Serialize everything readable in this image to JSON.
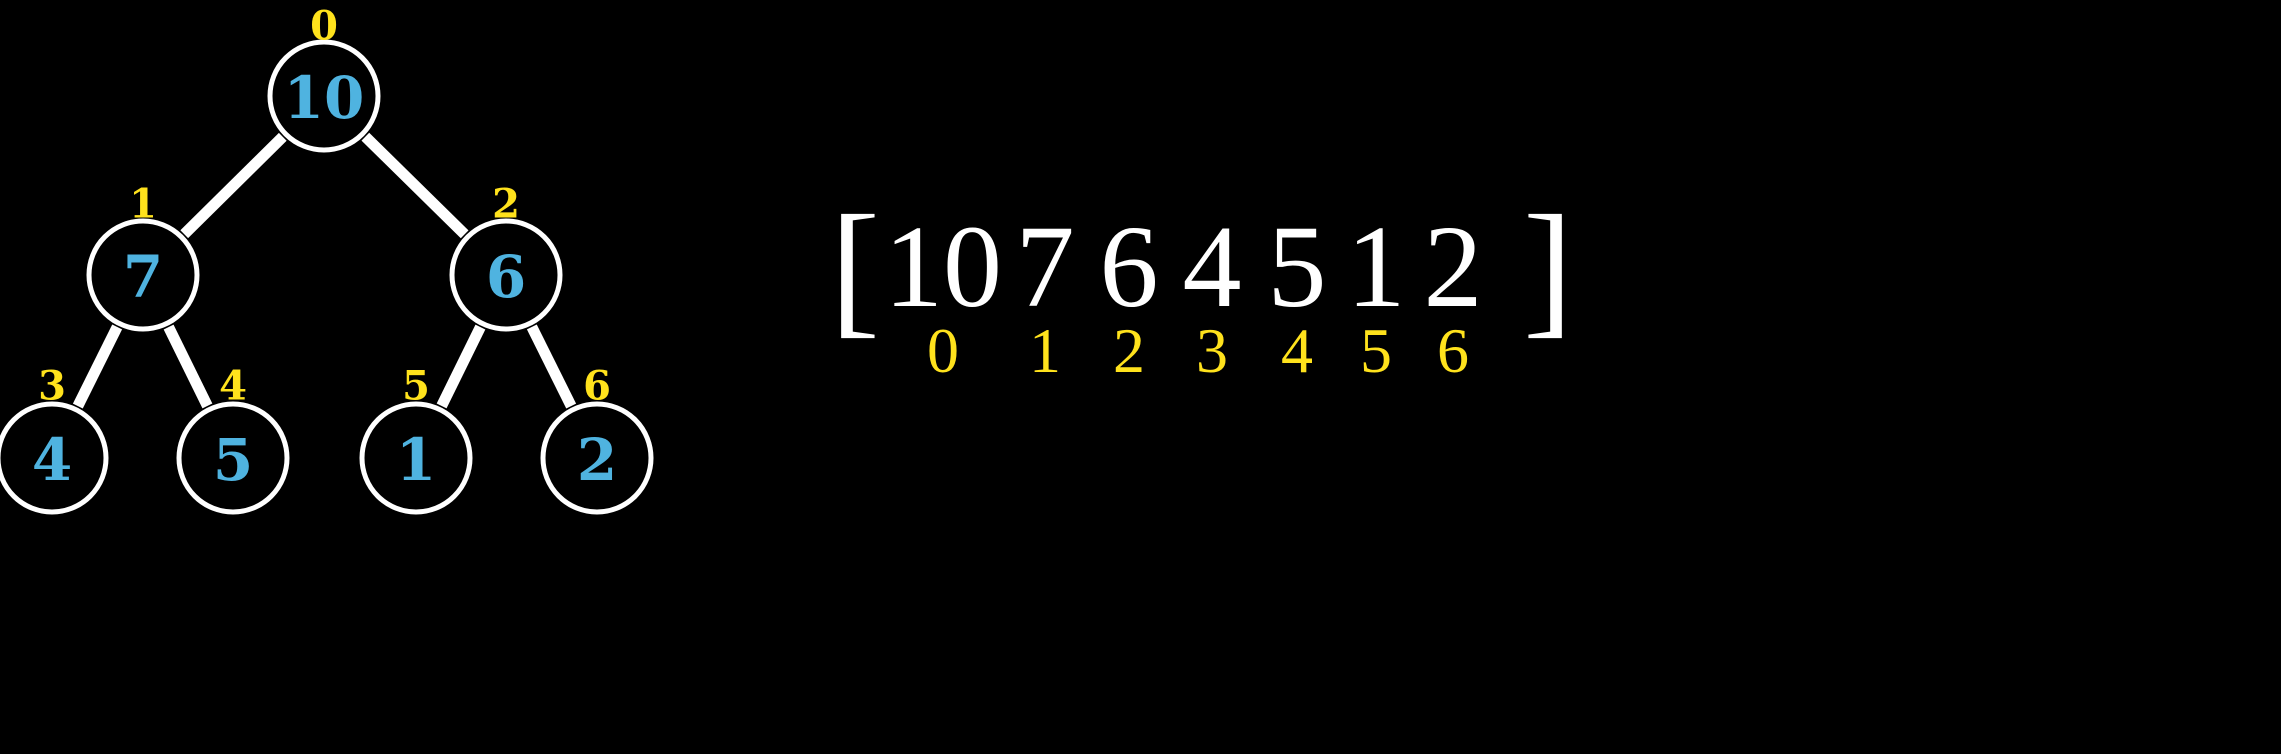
{
  "colors": {
    "background": "#000000",
    "node_outline": "#ffffff",
    "edge": "#ffffff",
    "node_value": "#4fb3e0",
    "index_label": "#ffe21c",
    "array_value": "#ffffff",
    "array_index": "#ffe21c"
  },
  "tree": {
    "nodes": [
      {
        "index": "0",
        "value": "10"
      },
      {
        "index": "1",
        "value": "7"
      },
      {
        "index": "2",
        "value": "6"
      },
      {
        "index": "3",
        "value": "4"
      },
      {
        "index": "4",
        "value": "5"
      },
      {
        "index": "5",
        "value": "1"
      },
      {
        "index": "6",
        "value": "2"
      }
    ],
    "edges": [
      [
        0,
        1
      ],
      [
        0,
        2
      ],
      [
        1,
        3
      ],
      [
        1,
        4
      ],
      [
        2,
        5
      ],
      [
        2,
        6
      ]
    ]
  },
  "array": {
    "open_bracket": "[",
    "close_bracket": "]",
    "values": [
      "10",
      "7",
      "6",
      "4",
      "5",
      "1",
      "2"
    ],
    "indices": [
      "0",
      "1",
      "2",
      "3",
      "4",
      "5",
      "6"
    ]
  }
}
